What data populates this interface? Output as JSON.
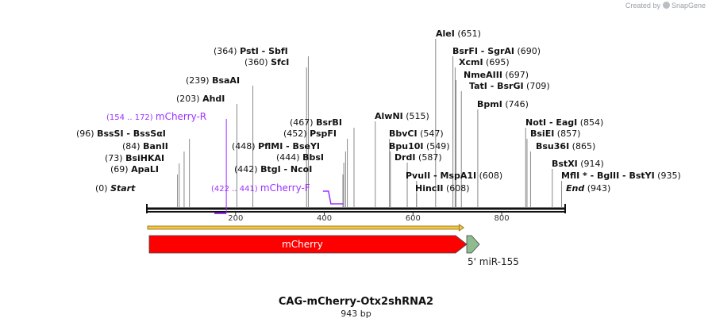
{
  "brand": {
    "prefix": "Created by",
    "name": "SnapGene"
  },
  "title": "CAG-mCherry-Otx2shRNA2",
  "subtitle": "943 bp",
  "sequence_length": 943,
  "ruler_ticks": [
    {
      "value": 200,
      "label": "200"
    },
    {
      "value": 400,
      "label": "400"
    },
    {
      "value": 600,
      "label": "600"
    },
    {
      "value": 800,
      "label": "800"
    }
  ],
  "sites": [
    {
      "name": "Start",
      "pos": 0,
      "pos_label": "(0)",
      "kind": "end"
    },
    {
      "name": "ApaLI",
      "pos": 69,
      "pos_label": "(69)"
    },
    {
      "name": "BsiHKAI",
      "pos": 73,
      "pos_label": "(73)"
    },
    {
      "name": "BanII",
      "pos": 84,
      "pos_label": "(84)"
    },
    {
      "name": "BssSI  -  BssSαI",
      "pos": 96,
      "pos_label": "(96)"
    },
    {
      "name": "AhdI",
      "pos": 203,
      "pos_label": "(203)"
    },
    {
      "name": "BsaAI",
      "pos": 239,
      "pos_label": "(239)"
    },
    {
      "name": "SfcI",
      "pos": 360,
      "pos_label": "(360)"
    },
    {
      "name": "PstI  -  SbfI",
      "pos": 364,
      "pos_label": "(364)"
    },
    {
      "name": "BtgI  -  NcoI",
      "pos": 442,
      "pos_label": "(442)"
    },
    {
      "name": "BbsI",
      "pos": 444,
      "pos_label": "(444)"
    },
    {
      "name": "PflMI  -  BseYI",
      "pos": 448,
      "pos_label": "(448)"
    },
    {
      "name": "PspFI",
      "pos": 452,
      "pos_label": "(452)"
    },
    {
      "name": "BsrBI",
      "pos": 467,
      "pos_label": "(467)"
    },
    {
      "name": "AlwNI",
      "pos": 515,
      "pos_label": "(515)"
    },
    {
      "name": "BbvCI",
      "pos": 547,
      "pos_label": "(547)"
    },
    {
      "name": "Bpu10I",
      "pos": 549,
      "pos_label": "(549)"
    },
    {
      "name": "DrdI",
      "pos": 587,
      "pos_label": "(587)"
    },
    {
      "name": "PvuII  -  MspA1I",
      "pos": 608,
      "pos_label": "(608)"
    },
    {
      "name": "HincII",
      "pos": 608,
      "pos_label": "(608)"
    },
    {
      "name": "AleI",
      "pos": 651,
      "pos_label": "(651)"
    },
    {
      "name": "BsrFI  -  SgrAI",
      "pos": 690,
      "pos_label": "(690)"
    },
    {
      "name": "XcmI",
      "pos": 695,
      "pos_label": "(695)"
    },
    {
      "name": "NmeAIII",
      "pos": 697,
      "pos_label": "(697)"
    },
    {
      "name": "TatI  -  BsrGI",
      "pos": 709,
      "pos_label": "(709)"
    },
    {
      "name": "BpmI",
      "pos": 746,
      "pos_label": "(746)"
    },
    {
      "name": "NotI  -  EagI",
      "pos": 854,
      "pos_label": "(854)"
    },
    {
      "name": "BsiEI",
      "pos": 857,
      "pos_label": "(857)"
    },
    {
      "name": "Bsu36I",
      "pos": 865,
      "pos_label": "(865)"
    },
    {
      "name": "BstXI",
      "pos": 914,
      "pos_label": "(914)"
    },
    {
      "name": "MflI *  -  BglII  -  BstYI",
      "pos": 935,
      "pos_label": "(935)"
    },
    {
      "name": "End",
      "pos": 943,
      "pos_label": "(943)",
      "kind": "end"
    }
  ],
  "primers": [
    {
      "name": "mCherry-R",
      "range": "(154 .. 172)",
      "start": 154,
      "end": 172,
      "direction": "reverse"
    },
    {
      "name": "mCherry-F",
      "range": "(422 .. 441)",
      "start": 422,
      "end": 441,
      "direction": "forward"
    }
  ],
  "features": [
    {
      "name": "mCherry",
      "start": 0,
      "end": 715,
      "color": "#ff0000"
    },
    {
      "name": "5' miR-155",
      "start": 722,
      "end": 750,
      "color": "#8fbc8f"
    }
  ],
  "orf": {
    "start": 0,
    "end": 711,
    "color": "#f5c842"
  },
  "colors": {
    "primer": "#9b30ff",
    "backbone": "#111111",
    "site_line": "#888888"
  }
}
